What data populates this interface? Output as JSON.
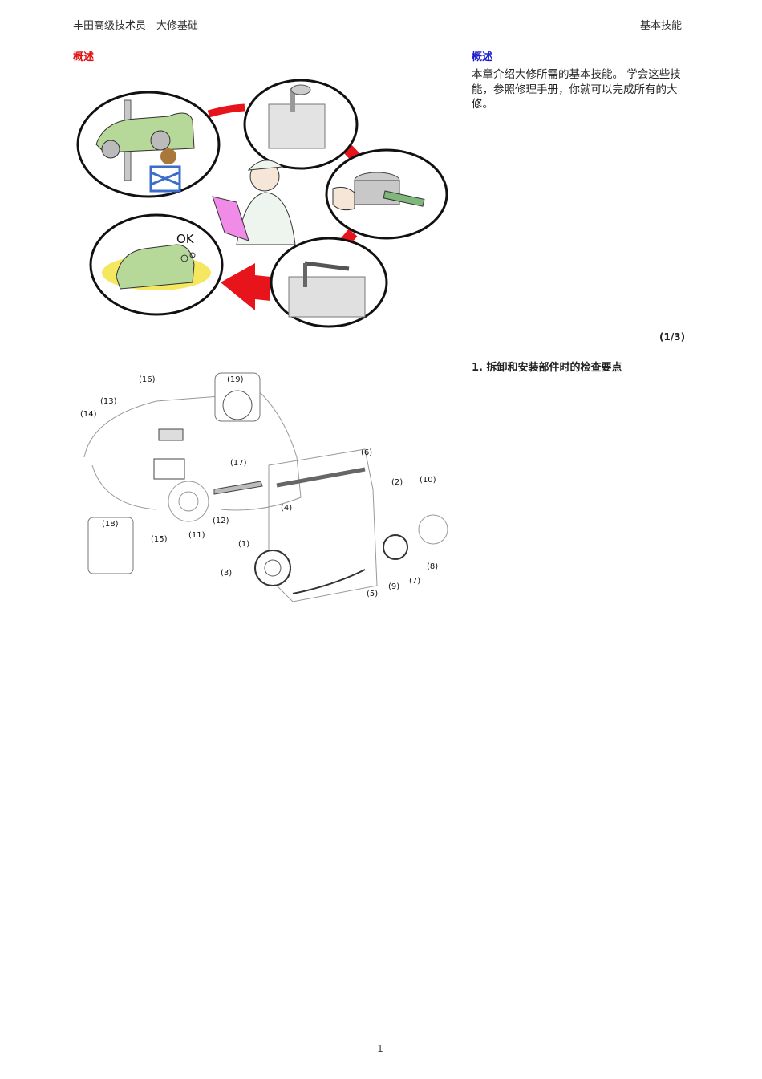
{
  "header": {
    "left_title": "丰田高级技术员—大修基础",
    "right_title": "基本技能"
  },
  "left_column": {
    "section_label": "概述",
    "figure1": {
      "description": "Overhaul workflow cycle illustration",
      "center": "technician-reading-manual",
      "steps": [
        "car-on-lift-removal",
        "engine-block-inspection",
        "piston-measurement",
        "torque-wrench-assembly",
        "car-ok"
      ],
      "ok_label": "OK",
      "colors": {
        "arrow": "#e8141c",
        "car": "#b6d99a",
        "book": "#f08ce8",
        "spot": "#f5e860",
        "jack": "#3a6ec8"
      }
    },
    "figure2": {
      "description": "Vehicle and engine component callout diagram",
      "callouts": [
        "(1)",
        "(2)",
        "(3)",
        "(4)",
        "(5)",
        "(6)",
        "(7)",
        "(8)",
        "(9)",
        "(10)",
        "(11)",
        "(12)",
        "(13)",
        "(14)",
        "(15)",
        "(16)",
        "(17)",
        "(18)",
        "(19)"
      ]
    }
  },
  "right_column": {
    "section_label": "概述",
    "intro_text": "本章介绍大修所需的基本技能。 学会这些技能，参照修理手册，你就可以完成所有的大修。",
    "page_indicator": "(1/3)",
    "subheading": "1.  拆卸和安装部件时的检查要点"
  },
  "footer": {
    "page_number": "- 1 -"
  }
}
